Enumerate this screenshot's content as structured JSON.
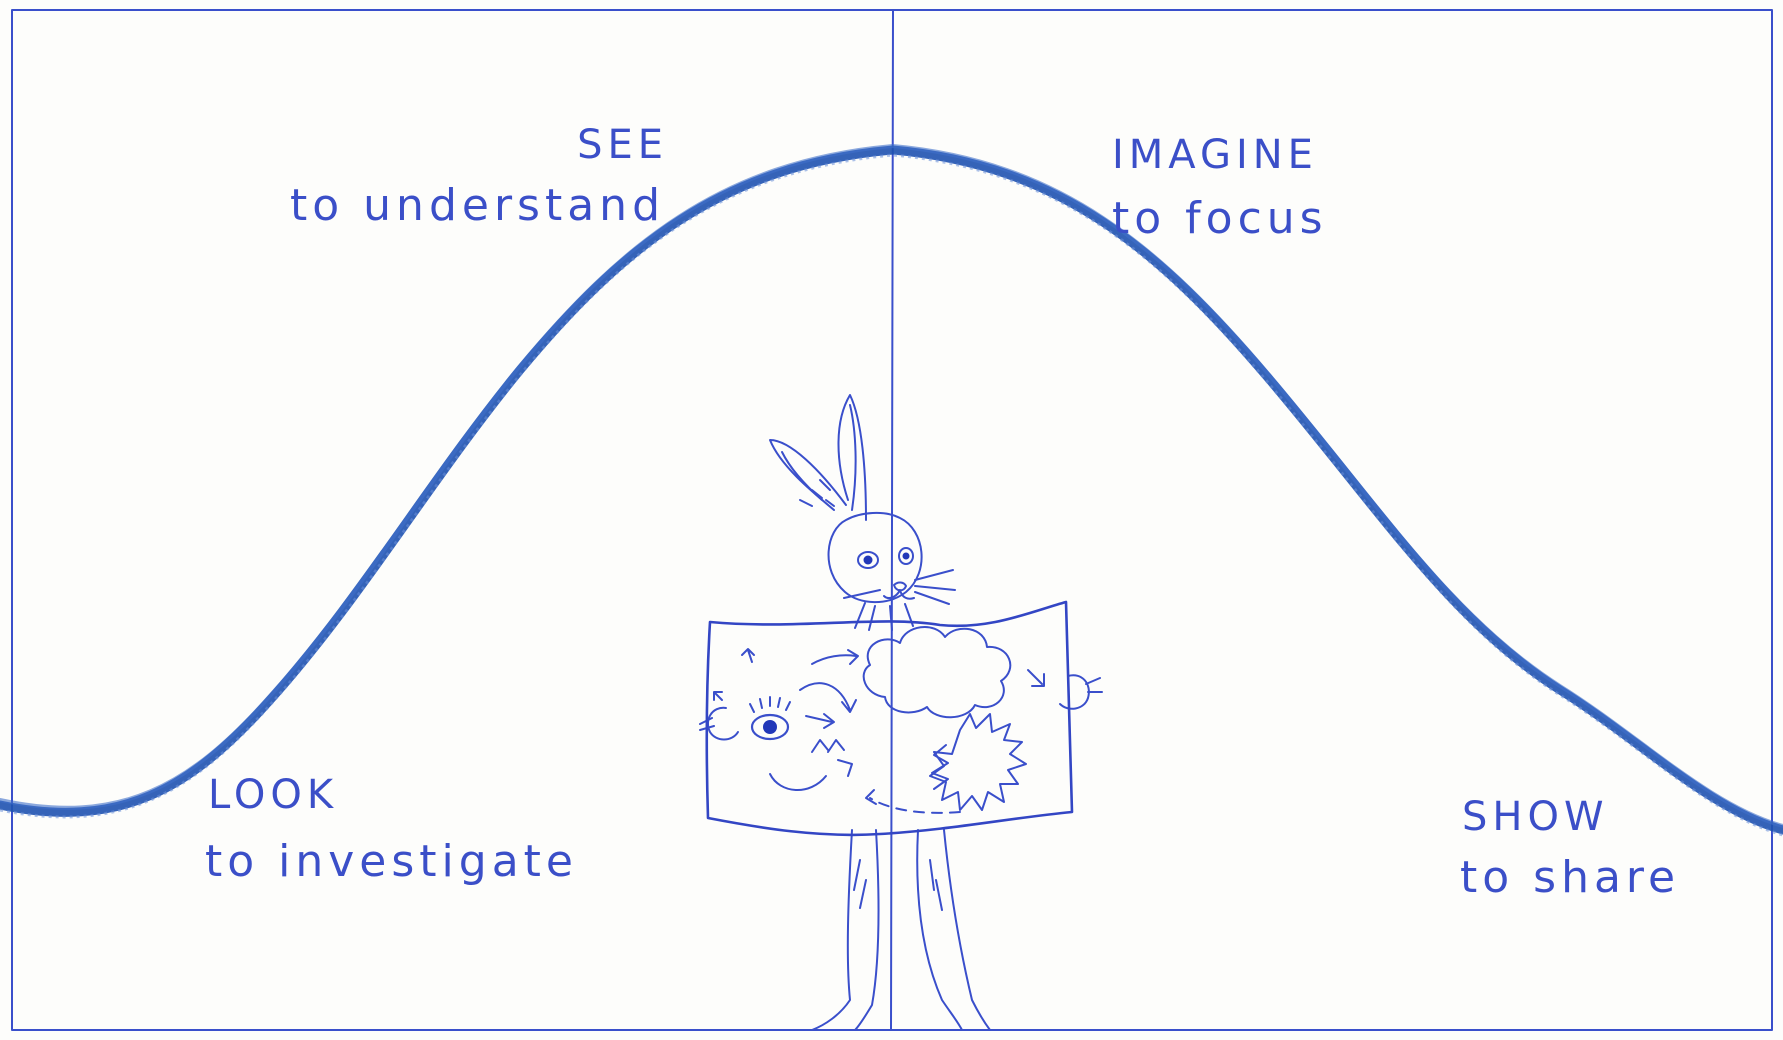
{
  "colors": {
    "paper": "#fdfdfb",
    "ink": "#3a4fcb",
    "curve": "#1f52b0"
  },
  "phases": {
    "see": {
      "title": "SEE",
      "subtitle": "to understand"
    },
    "imagine": {
      "title": "IMAGINE",
      "subtitle": "to focus"
    },
    "look": {
      "title": "LOOK",
      "subtitle": "to investigate"
    },
    "show": {
      "title": "SHOW",
      "subtitle": "to share"
    }
  },
  "icons": {
    "rabbit": "rabbit-illustration",
    "map": "sketch-map-illustration"
  }
}
